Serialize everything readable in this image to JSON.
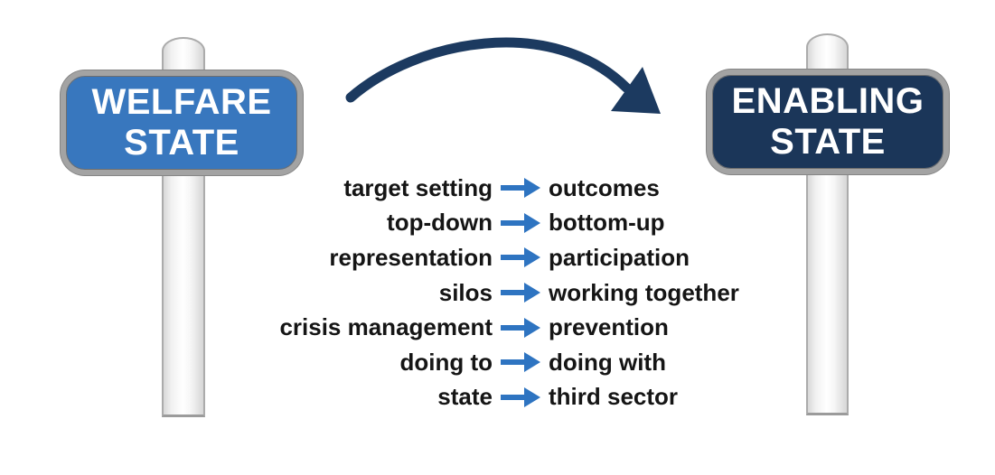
{
  "left_sign": {
    "line1": "WELFARE",
    "line2": "STATE",
    "color": "#3877BE"
  },
  "right_sign": {
    "line1": "ENABLING",
    "line2": "STATE",
    "color": "#1B3659"
  },
  "transitions": [
    {
      "from": "target setting",
      "to": "outcomes"
    },
    {
      "from": "top-down",
      "to": "bottom-up"
    },
    {
      "from": "representation",
      "to": "participation"
    },
    {
      "from": "silos",
      "to": "working together"
    },
    {
      "from": "crisis management",
      "to": "prevention"
    },
    {
      "from": "doing to",
      "to": "doing with"
    },
    {
      "from": "state",
      "to": "third sector"
    }
  ],
  "colors": {
    "list_arrow": "#2E74C1",
    "curve_arrow": "#1C3A60",
    "text": "#151515",
    "sign_rim": "#A3A3A3",
    "post_border": "#ABABAB"
  }
}
